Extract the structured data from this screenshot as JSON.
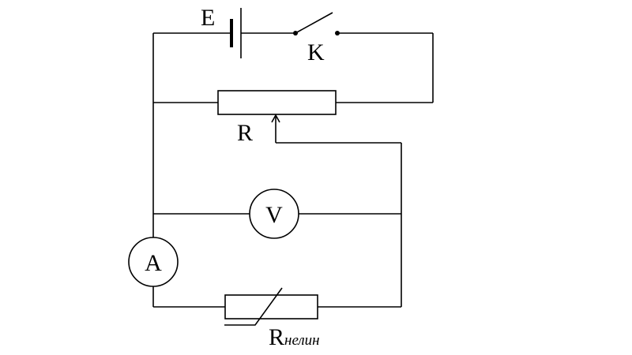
{
  "labels": {
    "source": "E",
    "switch": "K",
    "rheostat": "R",
    "voltmeter": "V",
    "ammeter": "A",
    "nonlinear_main": "R",
    "nonlinear_sub": "нелин"
  }
}
